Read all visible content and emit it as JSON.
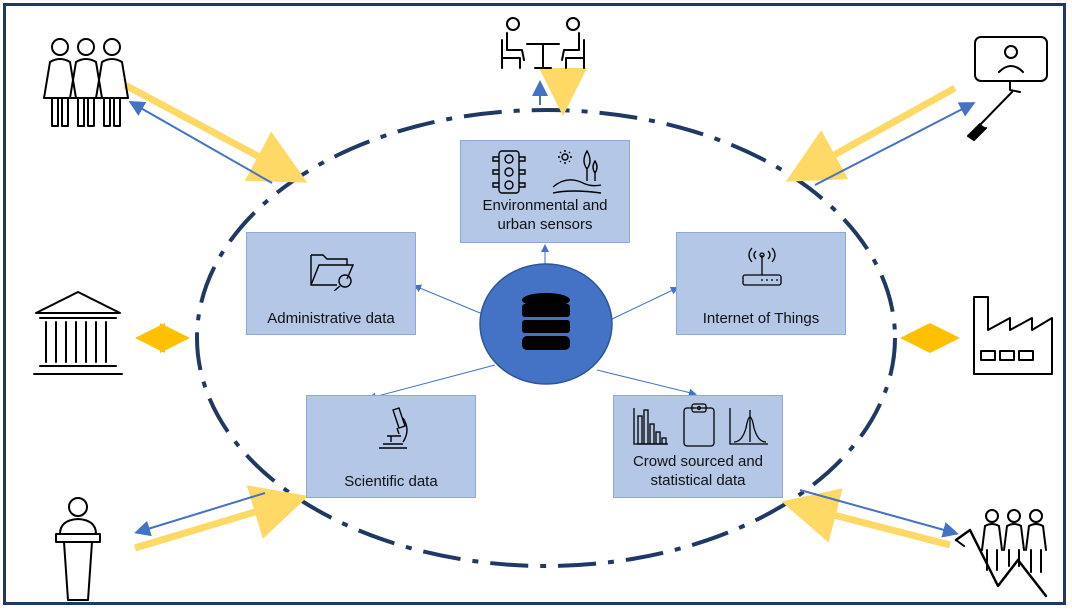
{
  "center": {
    "icon": "database-icon",
    "color": "#4472c4"
  },
  "sources": [
    {
      "id": "environmental",
      "label": "Environmental and\nurban sensors",
      "icons": [
        "traffic-light-icon",
        "landscape-icon"
      ]
    },
    {
      "id": "administrative",
      "label": "Administrative data",
      "icons": [
        "folder-search-icon"
      ]
    },
    {
      "id": "iot",
      "label": "Internet of Things",
      "icons": [
        "router-icon"
      ]
    },
    {
      "id": "scientific",
      "label": "Scientific data",
      "icons": [
        "microscope-icon"
      ]
    },
    {
      "id": "crowd",
      "label": "Crowd sourced and\nstatistical data",
      "icons": [
        "bar-chart-icon",
        "clipboard-icon",
        "bell-curve-icon"
      ]
    }
  ],
  "actors": [
    {
      "id": "citizens",
      "icon": "people-group-icon"
    },
    {
      "id": "meeting",
      "icon": "meeting-table-icon"
    },
    {
      "id": "media",
      "icon": "selfie-stick-icon"
    },
    {
      "id": "government",
      "icon": "government-building-icon"
    },
    {
      "id": "industry",
      "icon": "factory-icon"
    },
    {
      "id": "speaker",
      "icon": "podium-speaker-icon"
    },
    {
      "id": "community",
      "icon": "crowd-icon"
    }
  ],
  "colors": {
    "frame": "#1f3864",
    "ellipse": "#1f3864",
    "box_fill": "#b4c7e7",
    "arrow_yellow": "#ffc000",
    "arrow_yellow_light": "#ffd966",
    "arrow_blue": "#4472c4"
  }
}
